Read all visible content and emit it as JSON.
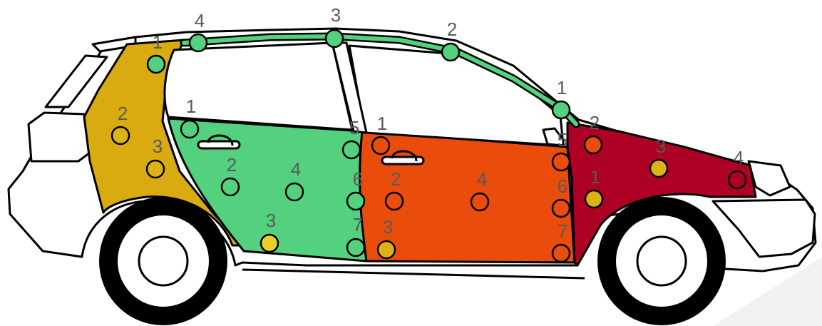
{
  "colors": {
    "rear_quarter": "#DAAB10",
    "rear_door": "#53D17E",
    "front_door": "#EA4C0C",
    "front_fender": "#AD0024",
    "roof_seal": "#53D17E",
    "point_green": "#53D17E",
    "point_yellow": "#E9D024",
    "point_gold": "#DDB217",
    "point_orange": "#EA4C0C",
    "point_red": "#AD0024",
    "point_label": "#5A5A5A",
    "watermark": "#F2F2F2"
  },
  "diagram": {
    "subject": "car-side-view",
    "panels": [
      {
        "id": "rear-quarter-panel",
        "color_key": "rear_quarter"
      },
      {
        "id": "rear-door-panel",
        "color_key": "rear_door"
      },
      {
        "id": "front-door-panel",
        "color_key": "front_door"
      },
      {
        "id": "front-fender-panel",
        "color_key": "front_fender"
      }
    ],
    "points": [
      {
        "id": "roof-point-4",
        "label": "4",
        "color_key": "point_green"
      },
      {
        "id": "roof-point-3",
        "label": "3",
        "color_key": "point_green"
      },
      {
        "id": "roof-point-2",
        "label": "2",
        "color_key": "point_green"
      },
      {
        "id": "roof-point-1",
        "label": "1",
        "color_key": "point_green"
      },
      {
        "id": "quarter-point-1",
        "label": "1",
        "color_key": "point_green"
      },
      {
        "id": "quarter-point-2",
        "label": "2",
        "color_key": "point_gold"
      },
      {
        "id": "quarter-point-3",
        "label": "3",
        "color_key": "point_gold"
      },
      {
        "id": "rear-door-point-1",
        "label": "1",
        "color_key": "point_green"
      },
      {
        "id": "rear-door-point-2",
        "label": "2",
        "color_key": "point_green"
      },
      {
        "id": "rear-door-point-3",
        "label": "3",
        "color_key": "point_yellow"
      },
      {
        "id": "rear-door-point-4",
        "label": "4",
        "color_key": "point_green"
      },
      {
        "id": "rear-door-point-5",
        "label": "5",
        "color_key": "point_green"
      },
      {
        "id": "rear-door-point-6",
        "label": "6",
        "color_key": "point_green"
      },
      {
        "id": "rear-door-point-7",
        "label": "7",
        "color_key": "point_green"
      },
      {
        "id": "front-door-point-1",
        "label": "1",
        "color_key": "point_orange"
      },
      {
        "id": "front-door-point-2",
        "label": "2",
        "color_key": "point_orange"
      },
      {
        "id": "front-door-point-3",
        "label": "3",
        "color_key": "point_gold"
      },
      {
        "id": "front-door-point-4",
        "label": "4",
        "color_key": "point_orange"
      },
      {
        "id": "front-door-point-5",
        "label": "5",
        "color_key": "point_orange"
      },
      {
        "id": "front-door-point-6",
        "label": "6",
        "color_key": "point_orange"
      },
      {
        "id": "front-door-point-7",
        "label": "7",
        "color_key": "point_orange"
      },
      {
        "id": "fender-point-1",
        "label": "1",
        "color_key": "point_gold"
      },
      {
        "id": "fender-point-2",
        "label": "2",
        "color_key": "point_orange"
      },
      {
        "id": "fender-point-3",
        "label": "3",
        "color_key": "point_gold"
      },
      {
        "id": "fender-point-4",
        "label": "4",
        "color_key": "point_red"
      }
    ]
  }
}
